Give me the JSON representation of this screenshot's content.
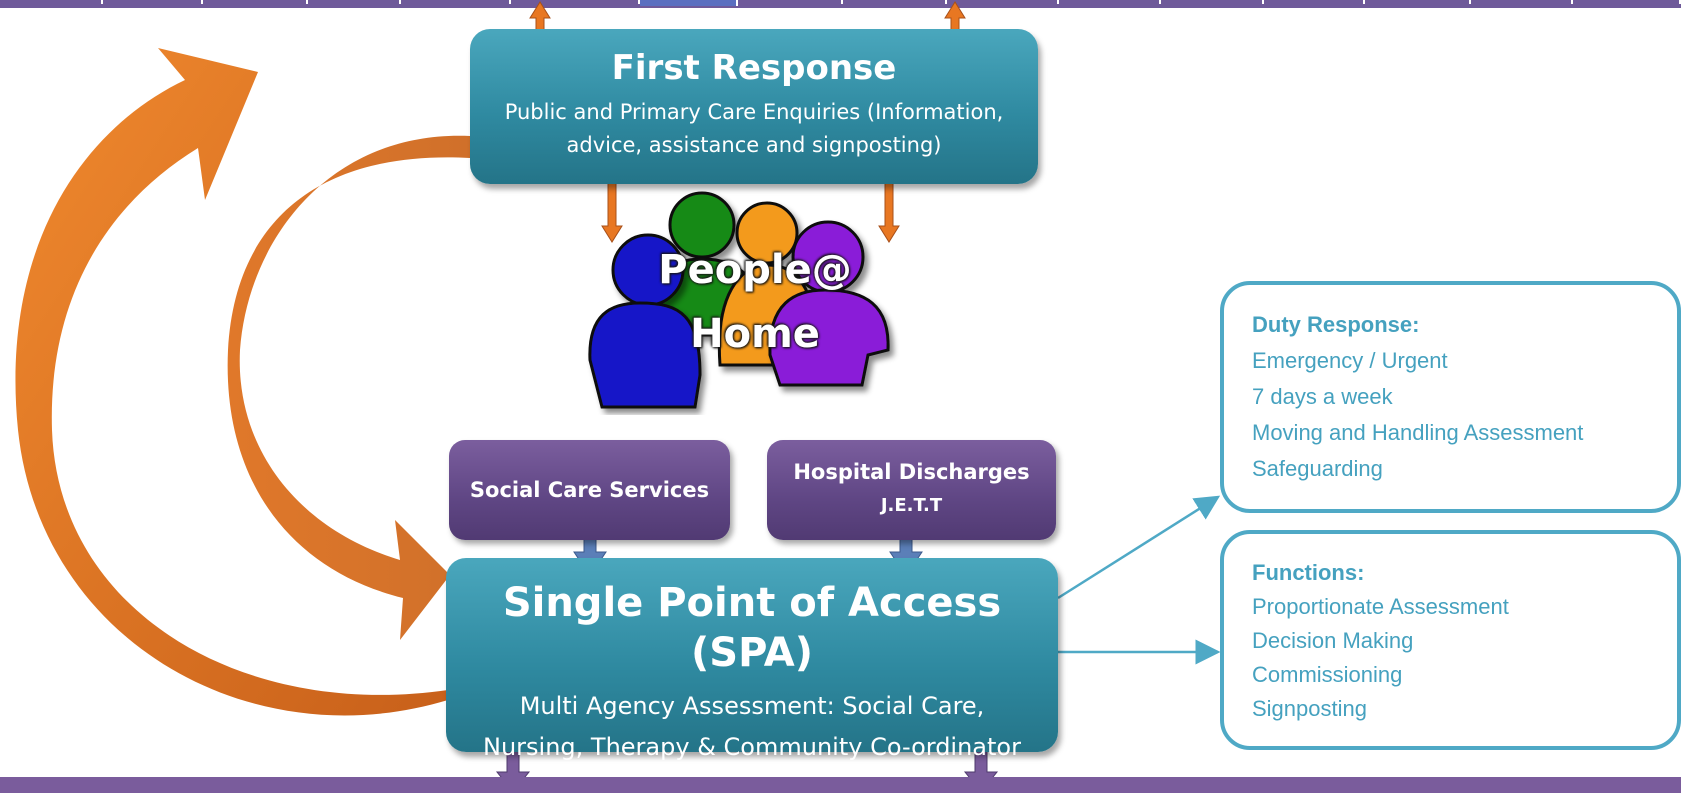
{
  "first_response": {
    "title": "First Response",
    "line1": "Public and Primary Care Enquiries (Information,",
    "line2": "advice, assistance and signposting)"
  },
  "people_home": {
    "line1": "People@",
    "line2": "Home"
  },
  "social_care": {
    "label": "Social Care Services"
  },
  "hospital_discharges": {
    "line1": "Hospital Discharges",
    "line2": "J.E.T.T"
  },
  "spa": {
    "title": "Single Point of Access (SPA)",
    "line1": "Multi Agency Assessment: Social Care,",
    "line2": "Nursing, Therapy & Community Co-ordinator"
  },
  "duty_response": {
    "heading": "Duty Response:",
    "items": [
      "Emergency / Urgent",
      "7 days a week",
      "Moving and Handling Assessment",
      "Safeguarding"
    ]
  },
  "functions": {
    "heading": "Functions:",
    "items": [
      "Proportionate Assessment",
      "Decision Making",
      "Commissioning",
      "Signposting"
    ]
  },
  "colors": {
    "teal": "#2f8aa1",
    "purple": "#5f4684",
    "orange": "#e87722",
    "info_blue": "#4fa9c6"
  }
}
